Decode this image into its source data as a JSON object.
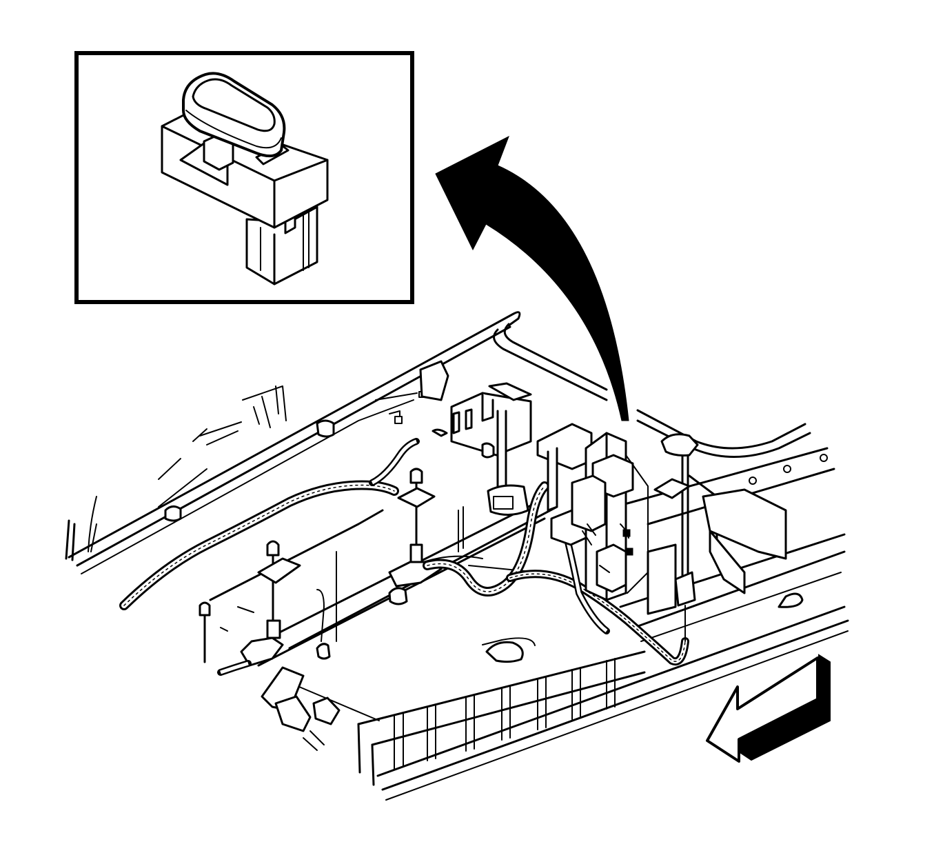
{
  "diagram": {
    "kind": "service-illustration",
    "inset": {
      "subject": "switch-detail",
      "border_color": "#000000"
    },
    "main_view": {
      "subject": "floor-panel-with-wiring-harness"
    },
    "callout_arrow": {
      "direction": "from-main-view-to-inset",
      "fill_color": "#000000"
    },
    "orientation_arrow": {
      "icon": "front-direction-arrow",
      "fill_color": "#000000"
    },
    "colors": {
      "line": "#000000",
      "background": "#ffffff"
    }
  }
}
